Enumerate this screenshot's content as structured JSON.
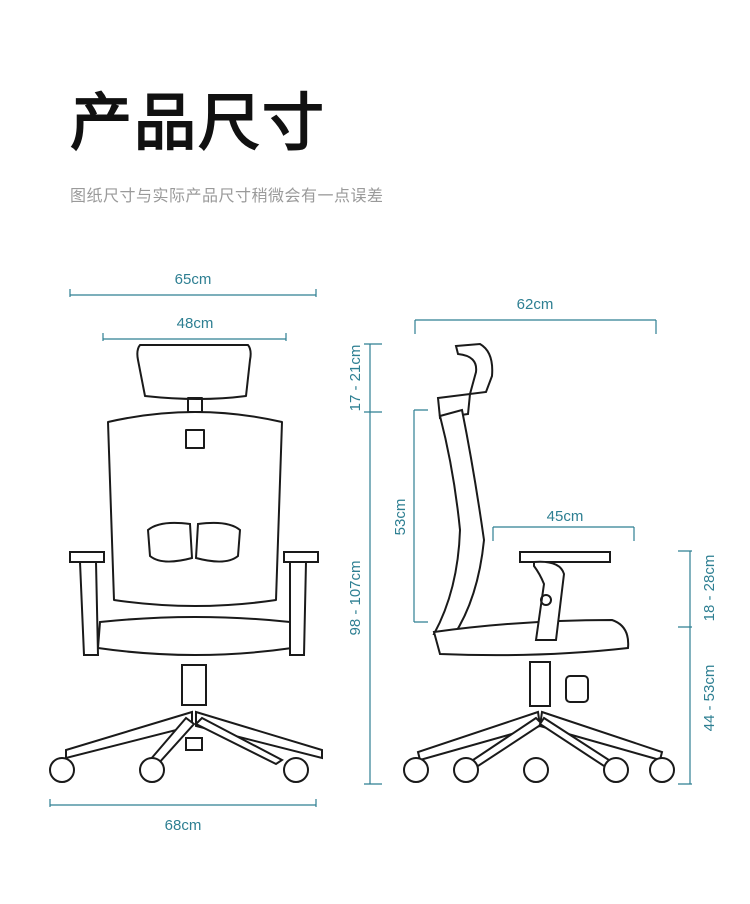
{
  "header": {
    "title": "产品尺寸",
    "subtitle": "图纸尺寸与实际产品尺寸稍微会有一点误差"
  },
  "dimensions": {
    "overall_width": "65cm",
    "headrest_width": "48cm",
    "base_width": "68cm",
    "headrest_adjust": "17 - 21cm",
    "total_height": "98 - 107cm",
    "depth": "62cm",
    "backrest_height": "53cm",
    "seat_depth": "45cm",
    "armrest_height": "18 - 28cm",
    "seat_height": "44 - 53cm"
  },
  "colors": {
    "dimension": "#2e7f92",
    "title": "#111111",
    "subtitle": "#9a9a9a"
  }
}
